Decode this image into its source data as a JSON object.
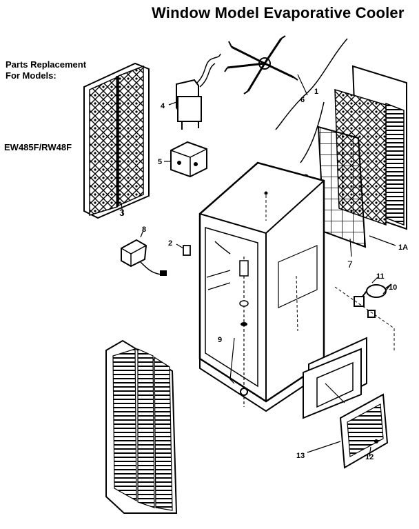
{
  "title": "Window Model Evaporative Cooler",
  "models": {
    "heading_line1": "Parts Replacement",
    "heading_line2": "For Models:",
    "model_number": "EW485F/RW48F"
  },
  "callouts": {
    "pad_frame_left": "3",
    "pad_frame_right": "3",
    "louver_assembly": "1",
    "pad_retainer": "1A",
    "motor": "4",
    "switch_box": "5",
    "blower_wheel": "6",
    "pad_retainer_grid": "7",
    "pump": "8",
    "bracket": "2",
    "float_valve": "9",
    "knob": "10",
    "switch": "11",
    "grille_clip": "12",
    "front_grille": "13"
  }
}
